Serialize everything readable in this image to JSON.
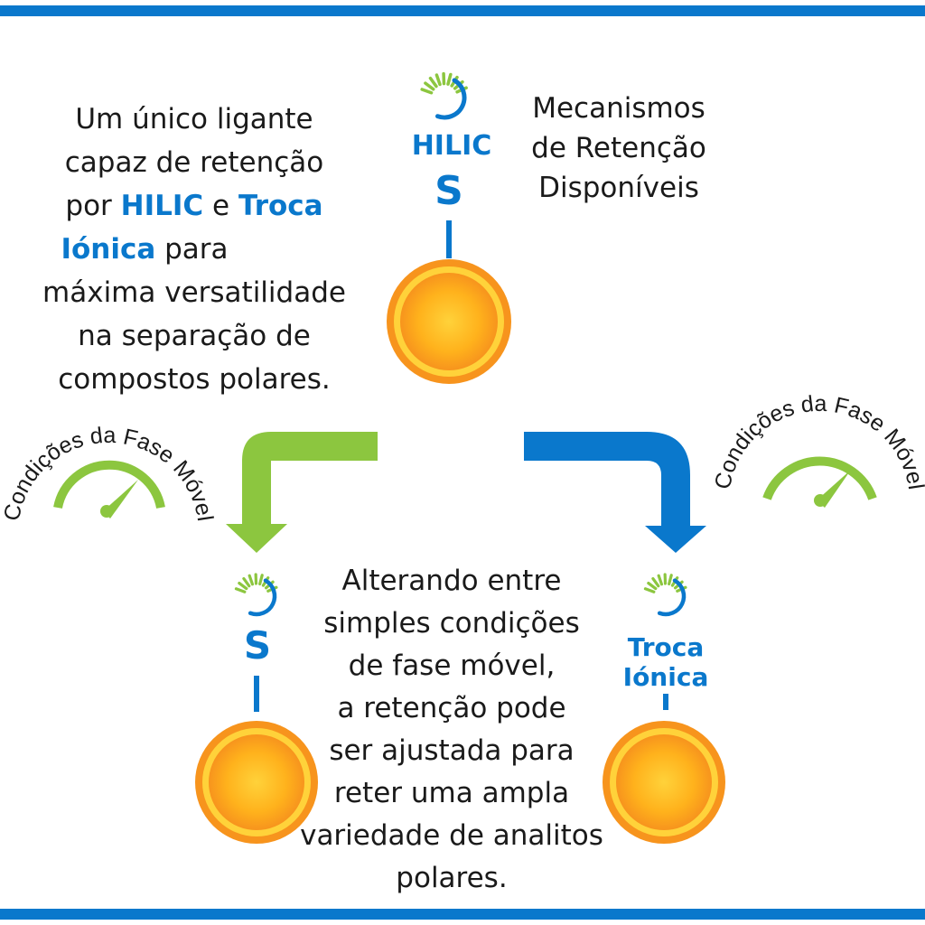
{
  "colors": {
    "blue": "#0a78cc",
    "green": "#8cc63f",
    "orange": "#f7941d",
    "orange_light": "#ffcc33",
    "text": "#1a1a1a"
  },
  "intro": {
    "line1": "Um único ligante",
    "line2": "capaz de retenção",
    "line3_a": "por ",
    "line3_hilic": "HILIC",
    "line3_b": " e ",
    "line3_troca": "Troca",
    "line4_ionica": "Iónica",
    "line4_b": " para",
    "line5": "máxima versatilidade",
    "line6": "na separação de",
    "line7": "compostos polares."
  },
  "mechanisms": {
    "line1": "Mecanismos",
    "line2": "de Retenção",
    "line3": "Disponíveis"
  },
  "top_labels": {
    "hilic": "HILIC",
    "s": "S"
  },
  "left_labels": {
    "s": "S"
  },
  "right_labels": {
    "line1": "Troca",
    "line2": "Iónica"
  },
  "gauge_left": {
    "label": "Condições da Fase Móvel"
  },
  "gauge_right": {
    "label": "Condições da Fase Móvel"
  },
  "bottom_text": {
    "line1": "Alterando entre",
    "line2": "simples condições",
    "line3": "de fase móvel,",
    "line4": "a retenção pode",
    "line5": "ser ajustada para",
    "line6": "reter uma ampla",
    "line7": "variedade de analitos",
    "line8": "polares."
  },
  "icons": {
    "particle": "sun-particle-icon",
    "spinner": "retention-spinner-icon",
    "gauge": "gauge-icon",
    "arrow": "arrow-icon"
  }
}
